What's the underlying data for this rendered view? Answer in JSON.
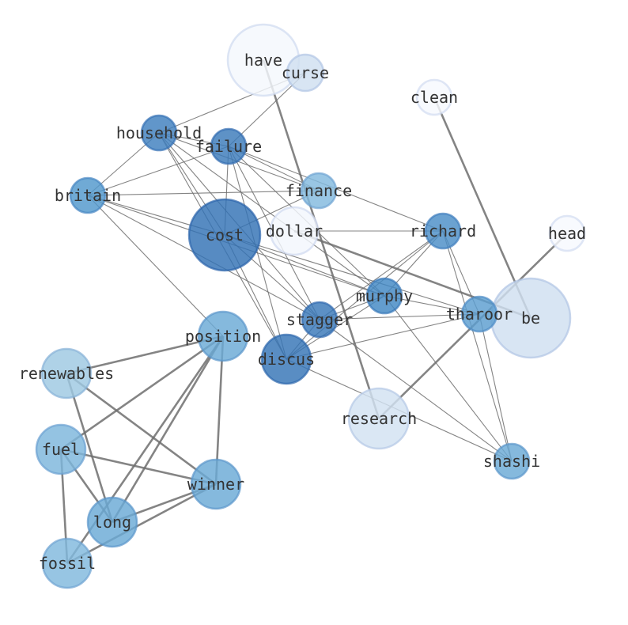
{
  "nodes": [
    {
      "id": "have",
      "color": "#f4f8fd"
    },
    {
      "id": "curse",
      "color": "#cfdff0"
    },
    {
      "id": "clean",
      "color": "#f6f9fe"
    },
    {
      "id": "household",
      "color": "#3e7fbe"
    },
    {
      "id": "failure",
      "color": "#3a7aba"
    },
    {
      "id": "finance",
      "color": "#82bade"
    },
    {
      "id": "britain",
      "color": "#5197cc"
    },
    {
      "id": "cost",
      "color": "#3272b4"
    },
    {
      "id": "dollar",
      "color": "#f3f7fd"
    },
    {
      "id": "richard",
      "color": "#4a8ec7"
    },
    {
      "id": "head",
      "color": "#f6f9fe"
    },
    {
      "id": "murphy",
      "color": "#4188c3"
    },
    {
      "id": "be",
      "color": "#cfdff0"
    },
    {
      "id": "tharoor",
      "color": "#5b9ed0"
    },
    {
      "id": "stagger",
      "color": "#3878b8"
    },
    {
      "id": "position",
      "color": "#6aaad6"
    },
    {
      "id": "discus",
      "color": "#3474b6"
    },
    {
      "id": "renewables",
      "color": "#9ec8e2"
    },
    {
      "id": "research",
      "color": "#d2e2f2"
    },
    {
      "id": "fuel",
      "color": "#7db6dc"
    },
    {
      "id": "shashi",
      "color": "#6aaad6"
    },
    {
      "id": "winner",
      "color": "#6aaad6"
    },
    {
      "id": "long",
      "color": "#6aaad6"
    },
    {
      "id": "fossil",
      "color": "#80b8dd"
    }
  ],
  "edges_thin": [
    [
      "household",
      "curse"
    ],
    [
      "household",
      "britain"
    ],
    [
      "household",
      "failure"
    ],
    [
      "household",
      "finance"
    ],
    [
      "household",
      "cost"
    ],
    [
      "household",
      "discus"
    ],
    [
      "household",
      "stagger"
    ],
    [
      "household",
      "murphy"
    ],
    [
      "failure",
      "curse"
    ],
    [
      "failure",
      "britain"
    ],
    [
      "failure",
      "finance"
    ],
    [
      "failure",
      "cost"
    ],
    [
      "failure",
      "discus"
    ],
    [
      "failure",
      "stagger"
    ],
    [
      "failure",
      "murphy"
    ],
    [
      "failure",
      "richard"
    ],
    [
      "britain",
      "finance"
    ],
    [
      "britain",
      "cost"
    ],
    [
      "britain",
      "position"
    ],
    [
      "britain",
      "stagger"
    ],
    [
      "britain",
      "murphy"
    ],
    [
      "cost",
      "finance"
    ],
    [
      "cost",
      "discus"
    ],
    [
      "cost",
      "stagger"
    ],
    [
      "cost",
      "murphy"
    ],
    [
      "cost",
      "tharoor"
    ],
    [
      "dollar",
      "richard"
    ],
    [
      "richard",
      "stagger"
    ],
    [
      "richard",
      "discus"
    ],
    [
      "richard",
      "murphy"
    ],
    [
      "richard",
      "shashi"
    ],
    [
      "richard",
      "tharoor"
    ],
    [
      "murphy",
      "stagger"
    ],
    [
      "murphy",
      "discus"
    ],
    [
      "murphy",
      "tharoor"
    ],
    [
      "murphy",
      "shashi"
    ],
    [
      "stagger",
      "tharoor"
    ],
    [
      "stagger",
      "shashi"
    ],
    [
      "stagger",
      "discus"
    ],
    [
      "discus",
      "tharoor"
    ],
    [
      "discus",
      "shashi"
    ],
    [
      "tharoor",
      "shashi"
    ]
  ],
  "edges_thick": [
    [
      "have",
      "research"
    ],
    [
      "clean",
      "be"
    ],
    [
      "head",
      "research"
    ],
    [
      "dollar",
      "be"
    ],
    [
      "position",
      "renewables"
    ],
    [
      "position",
      "fuel"
    ],
    [
      "position",
      "long"
    ],
    [
      "position",
      "fossil"
    ],
    [
      "position",
      "winner"
    ],
    [
      "renewables",
      "winner"
    ],
    [
      "renewables",
      "long"
    ],
    [
      "fuel",
      "winner"
    ],
    [
      "fuel",
      "long"
    ],
    [
      "fuel",
      "fossil"
    ],
    [
      "long",
      "winner"
    ],
    [
      "fossil",
      "winner"
    ]
  ]
}
